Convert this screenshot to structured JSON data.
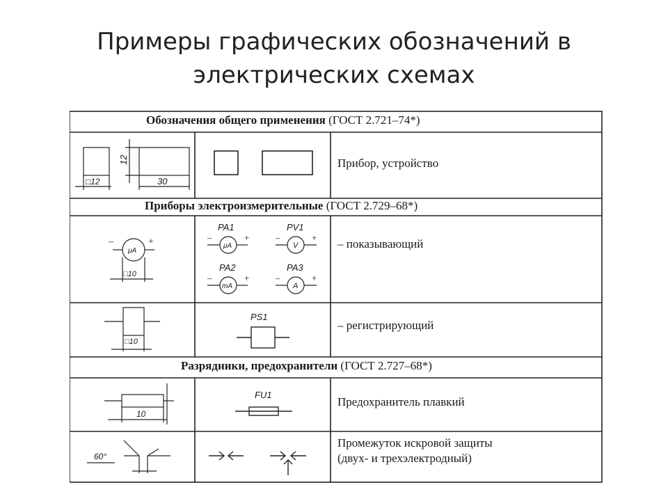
{
  "slide": {
    "title_line1": "Примеры графических обозначений в",
    "title_line2": "электрических схемах"
  },
  "sections": [
    {
      "header": "Обозначения общего применения",
      "standard": "(ГОСТ 2.721–74*)"
    },
    {
      "header": "Приборы электроизмерительные",
      "standard": "(ГОСТ 2.729–68*)"
    },
    {
      "header": "Разрядники, предохранители",
      "standard": "(ГОСТ 2.727–68*)"
    }
  ],
  "rows": {
    "device": {
      "description": "Прибор, устройство",
      "dim_small": "□12",
      "dim_height": "12",
      "dim_width": "30"
    },
    "indicating": {
      "description": "– показывающий",
      "dim": "□10",
      "labels": [
        "PA1",
        "PV1",
        "PA2",
        "PA3"
      ],
      "units": [
        "μA",
        "V",
        "mA",
        "A"
      ]
    },
    "recording": {
      "description": "– регистрирующий",
      "dim": "□10",
      "label": "PS1"
    },
    "fuse": {
      "description": "Предохранитель плавкий",
      "dim": "10",
      "label": "FU1"
    },
    "gap": {
      "description_line1": "Промежуток искровой защиты",
      "description_line2": "(двух- и трехэлектродный)",
      "angle": "60°"
    }
  }
}
